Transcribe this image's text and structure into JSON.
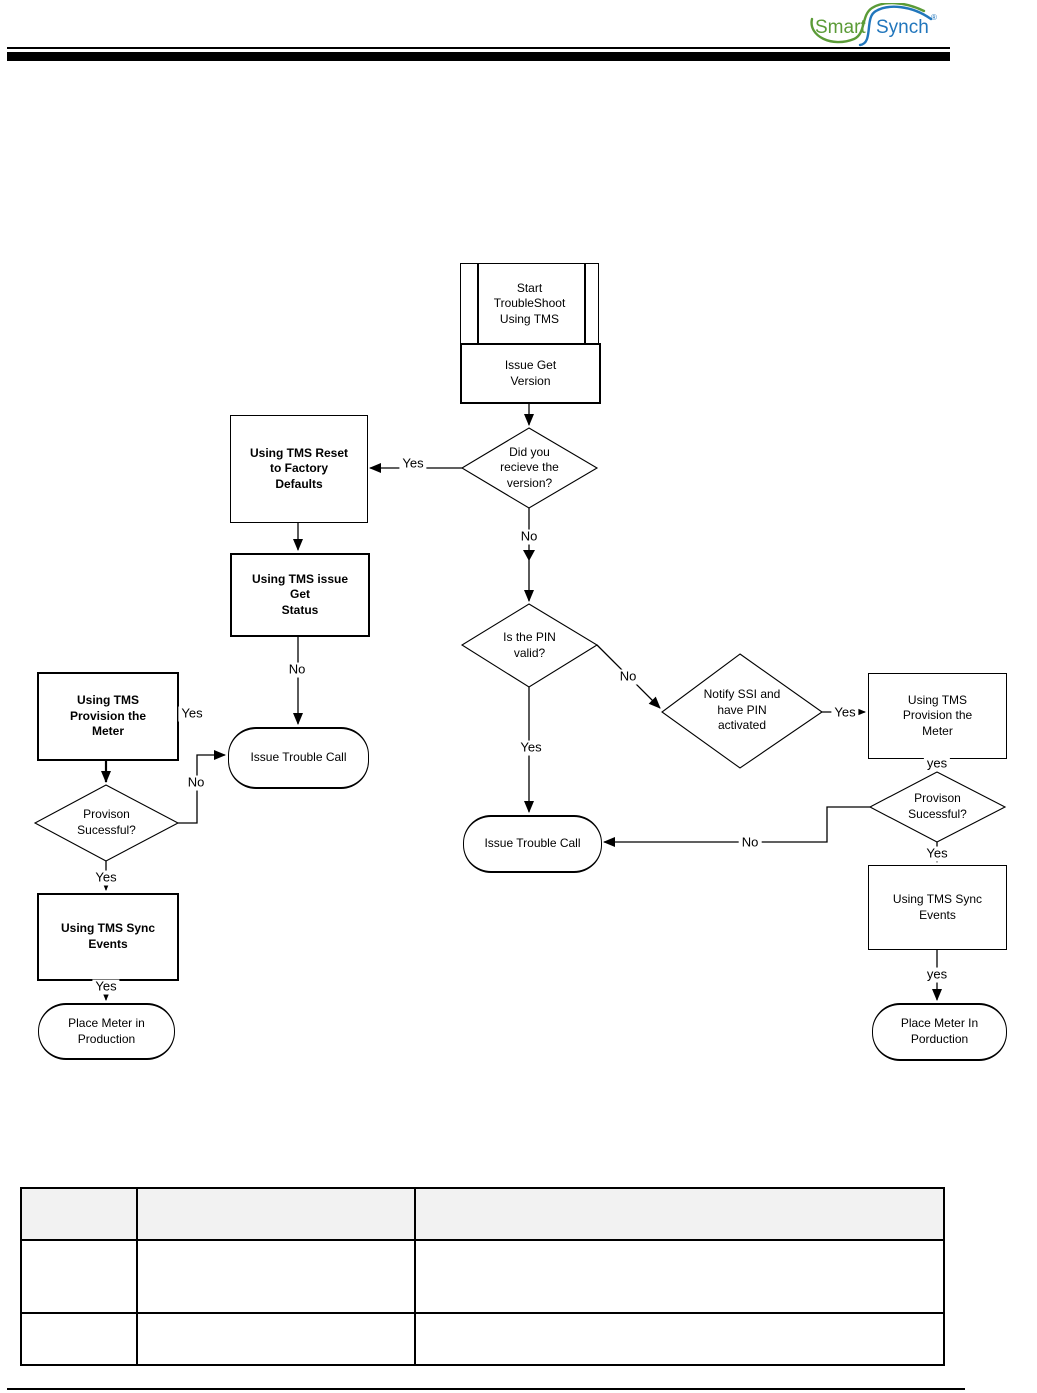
{
  "logo": {
    "smart": "Smart",
    "synch": "Synch",
    "registered": "®",
    "smart_color": "#5b9b37",
    "synch_color": "#2176bc"
  },
  "colors": {
    "rule": "#000000",
    "table_header_bg": "#f2f2f2"
  },
  "flowchart": {
    "nodes": {
      "start": {
        "shape": "predefined-process",
        "label": "Start\nTroubleShoot\nUsing TMS"
      },
      "get_version": {
        "shape": "process",
        "label": "Issue Get\nVersion"
      },
      "d_version": {
        "shape": "decision",
        "label": "Did you\nrecieve the\nversion?"
      },
      "reset_factory": {
        "shape": "process",
        "label": "Using TMS Reset\nto Factory\nDefaults"
      },
      "get_status": {
        "shape": "process",
        "label": "Using TMS issue\nGet\nStatus"
      },
      "trouble_call_left": {
        "shape": "terminator",
        "label": "Issue Trouble Call"
      },
      "provision_left": {
        "shape": "process",
        "label": "Using TMS\nProvision the\nMeter"
      },
      "d_provision_left": {
        "shape": "decision",
        "label": "Provison\nSucessful?"
      },
      "sync_left": {
        "shape": "process",
        "label": "Using TMS Sync\nEvents"
      },
      "place_left": {
        "shape": "terminator",
        "label": "Place Meter in\nProduction"
      },
      "d_pin": {
        "shape": "decision",
        "label": "Is the PIN\nvalid?"
      },
      "d_notify": {
        "shape": "decision",
        "label": "Notify SSI and\nhave PIN\nactivated"
      },
      "provision_right": {
        "shape": "process",
        "label": "Using TMS\nProvision the\nMeter"
      },
      "d_provision_right": {
        "shape": "decision",
        "label": "Provison\nSucessful?"
      },
      "sync_right": {
        "shape": "process",
        "label": "Using TMS Sync\nEvents"
      },
      "place_right": {
        "shape": "terminator",
        "label": "Place Meter In\nPorduction"
      },
      "trouble_call_center": {
        "shape": "terminator",
        "label": "Issue Trouble Call"
      }
    },
    "edge_labels": {
      "version_yes": "Yes",
      "version_no": "No",
      "status_no": "No",
      "provision_left_float_yes": "Yes",
      "provision_left_no": "No",
      "provision_left_yes": "Yes",
      "sync_left_yes": "Yes",
      "pin_yes": "Yes",
      "pin_no": "No",
      "notify_yes": "Yes",
      "provision_right_yes": "yes",
      "provision_right_no": "No",
      "provision_right_yes2": "Yes",
      "sync_right_yes": "yes"
    }
  },
  "table": {
    "header": [
      "",
      "",
      ""
    ],
    "rows": [
      [
        "",
        "",
        ""
      ],
      [
        "",
        "",
        ""
      ]
    ]
  }
}
